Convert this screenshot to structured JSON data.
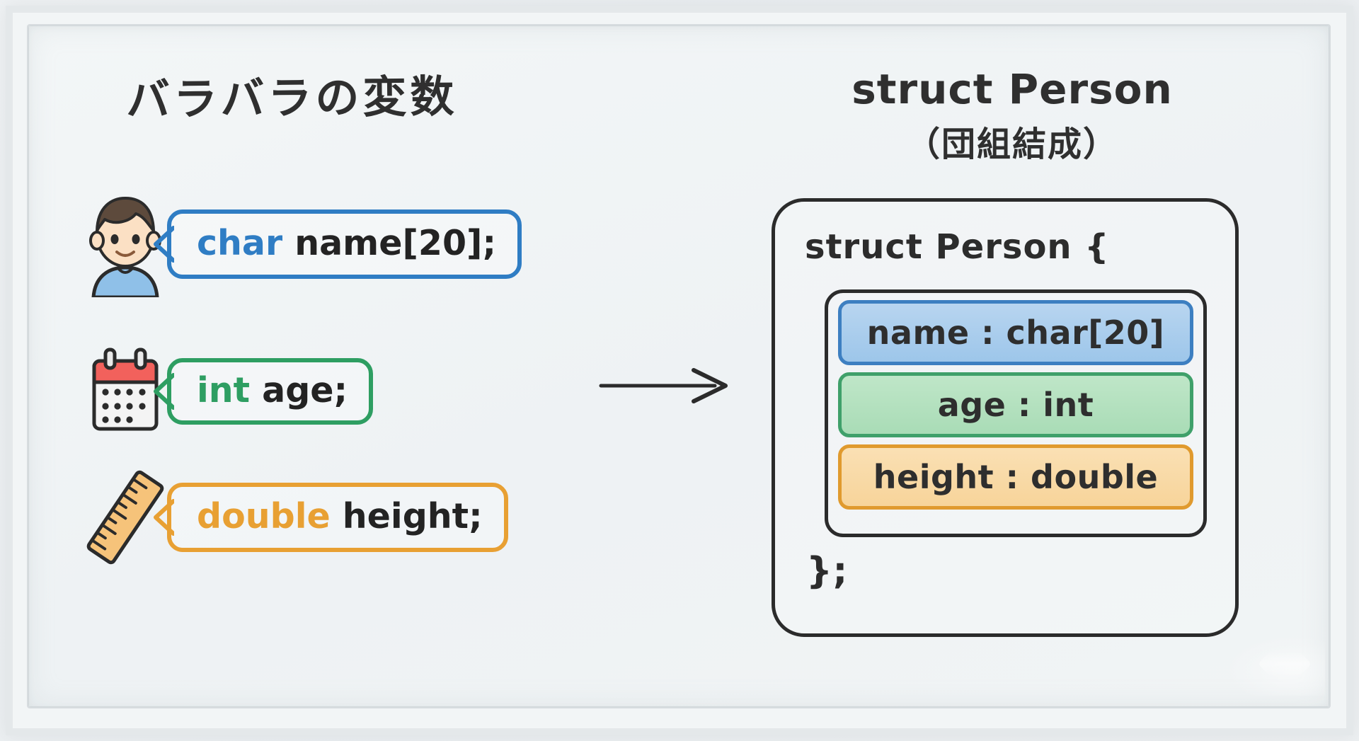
{
  "board": {
    "left_title": "バラバラの変数",
    "right_title_main": "struct Person",
    "right_title_sub": "（団組結成）"
  },
  "colors": {
    "blue": "#2f7dc4",
    "green": "#2e9e62",
    "orange": "#e8a033",
    "ink": "#2b2b2b",
    "board_bg": "#eef2f4"
  },
  "left": {
    "variables": [
      {
        "icon": "person-emoji",
        "keyword": "char",
        "identifier": " name[20];",
        "color": "#2f7dc4"
      },
      {
        "icon": "calendar-emoji",
        "keyword": "int",
        "identifier": " age;",
        "color": "#2e9e62"
      },
      {
        "icon": "ruler-emoji",
        "keyword": "double",
        "identifier": " height;",
        "color": "#e8a033"
      }
    ]
  },
  "arrow": {
    "icon": "right-arrow-icon"
  },
  "struct": {
    "header": "struct Person {",
    "close": "};",
    "fields": [
      {
        "label": "name : char[20]",
        "color": "#3d7fc1"
      },
      {
        "label": "age : int",
        "color": "#3fa06a"
      },
      {
        "label": "height : double",
        "color": "#e09a2e"
      }
    ]
  }
}
